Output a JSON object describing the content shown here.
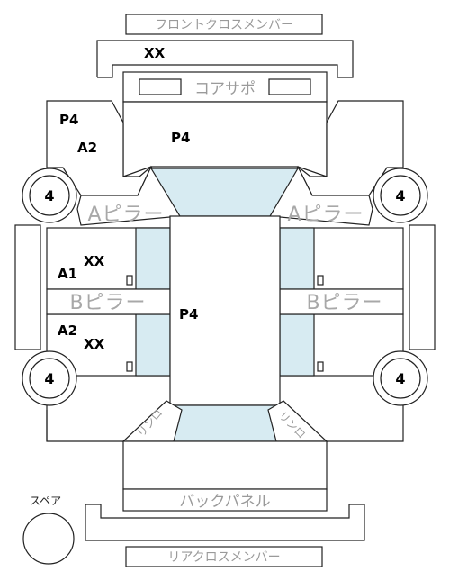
{
  "labels": {
    "front_cross_member": "フロントクロスメンバー",
    "front_cross_member_value": "XX",
    "core_support": "コアサポ",
    "a_pillar_left": "Aピラー",
    "a_pillar_right": "Aピラー",
    "b_pillar_left": "Bピラー",
    "b_pillar_right": "Bピラー",
    "back_panel": "バックパネル",
    "rear_cross_member": "リアクロスメンバー",
    "spare": "スペア",
    "rear_left_mark": "リンロ",
    "rear_right_mark": "リンロ"
  },
  "codes": {
    "front_left_fender_top": "P4",
    "front_left_fender_bottom": "A2",
    "bonnet": "P4",
    "roof": "P4",
    "front_door_code": "A1",
    "front_door_value": "XX",
    "rear_door_code": "A2",
    "rear_door_value": "XX"
  },
  "tyres": {
    "front_left": "4",
    "front_right": "4",
    "rear_left": "4",
    "rear_right": "4"
  }
}
